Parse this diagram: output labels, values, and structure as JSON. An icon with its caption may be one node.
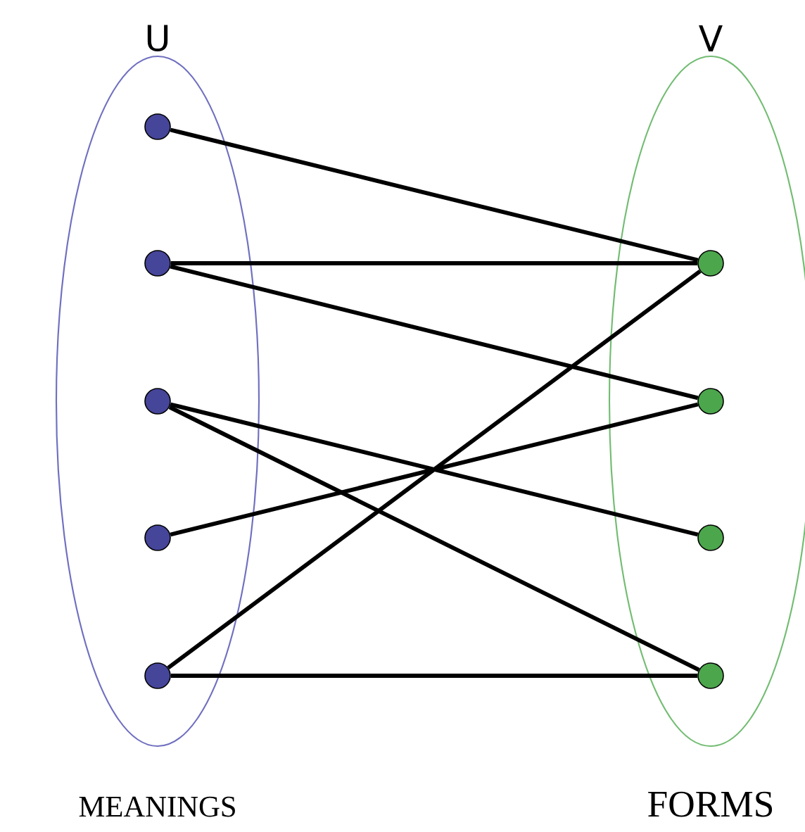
{
  "diagram": {
    "nodes": [
      {
        "text": [
          "U"
        ],
        "beside": [
          "MEANINGS"
        ]
      },
      {
        "text": [],
        "shape": "circle",
        "in": 0
      },
      {
        "text": [],
        "shape": "circle",
        "in": 0
      },
      {
        "text": [],
        "shape": "circle",
        "in": 0
      },
      {
        "text": [],
        "shape": "circle",
        "in": 0
      },
      {
        "text": [],
        "shape": "circle",
        "in": 0
      },
      {
        "text": [
          "V"
        ],
        "beside": [
          "FORMS"
        ]
      },
      {
        "text": [],
        "shape": "circle",
        "in": 6
      },
      {
        "text": [],
        "shape": "circle",
        "in": 6
      },
      {
        "text": [],
        "shape": "circle",
        "in": 6
      },
      {
        "text": [],
        "shape": "circle",
        "in": 6
      }
    ],
    "edges": [
      {
        "from": 1,
        "to": 7,
        "arrow": "none"
      },
      {
        "from": 2,
        "to": 7,
        "arrow": "none"
      },
      {
        "from": 2,
        "to": 8,
        "arrow": "none"
      },
      {
        "from": 3,
        "to": 9,
        "arrow": "none"
      },
      {
        "from": 3,
        "to": 10,
        "arrow": "none"
      },
      {
        "from": 4,
        "to": 8,
        "arrow": "none"
      },
      {
        "from": 5,
        "to": 7,
        "arrow": "none"
      },
      {
        "from": 5,
        "to": 10,
        "arrow": "none"
      }
    ]
  }
}
